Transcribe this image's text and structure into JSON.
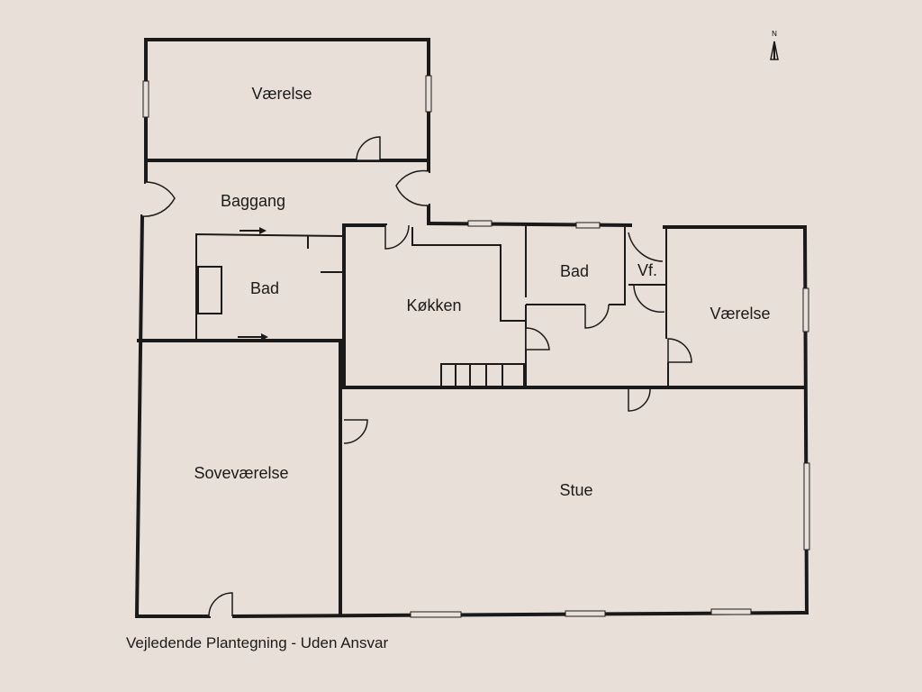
{
  "rooms": {
    "vaerelse_top": "Værelse",
    "baggang": "Baggang",
    "bad_left": "Bad",
    "kokken": "Køkken",
    "bad_right": "Bad",
    "vf": "Vf.",
    "vaerelse_right": "Værelse",
    "sovevaerelse": "Soveværelse",
    "stue": "Stue"
  },
  "north_marker": "N",
  "caption": "Vejledende Plantegning - Uden Ansvar",
  "colors": {
    "paper": "#e8e0d8",
    "ink": "#1a1a1a"
  }
}
